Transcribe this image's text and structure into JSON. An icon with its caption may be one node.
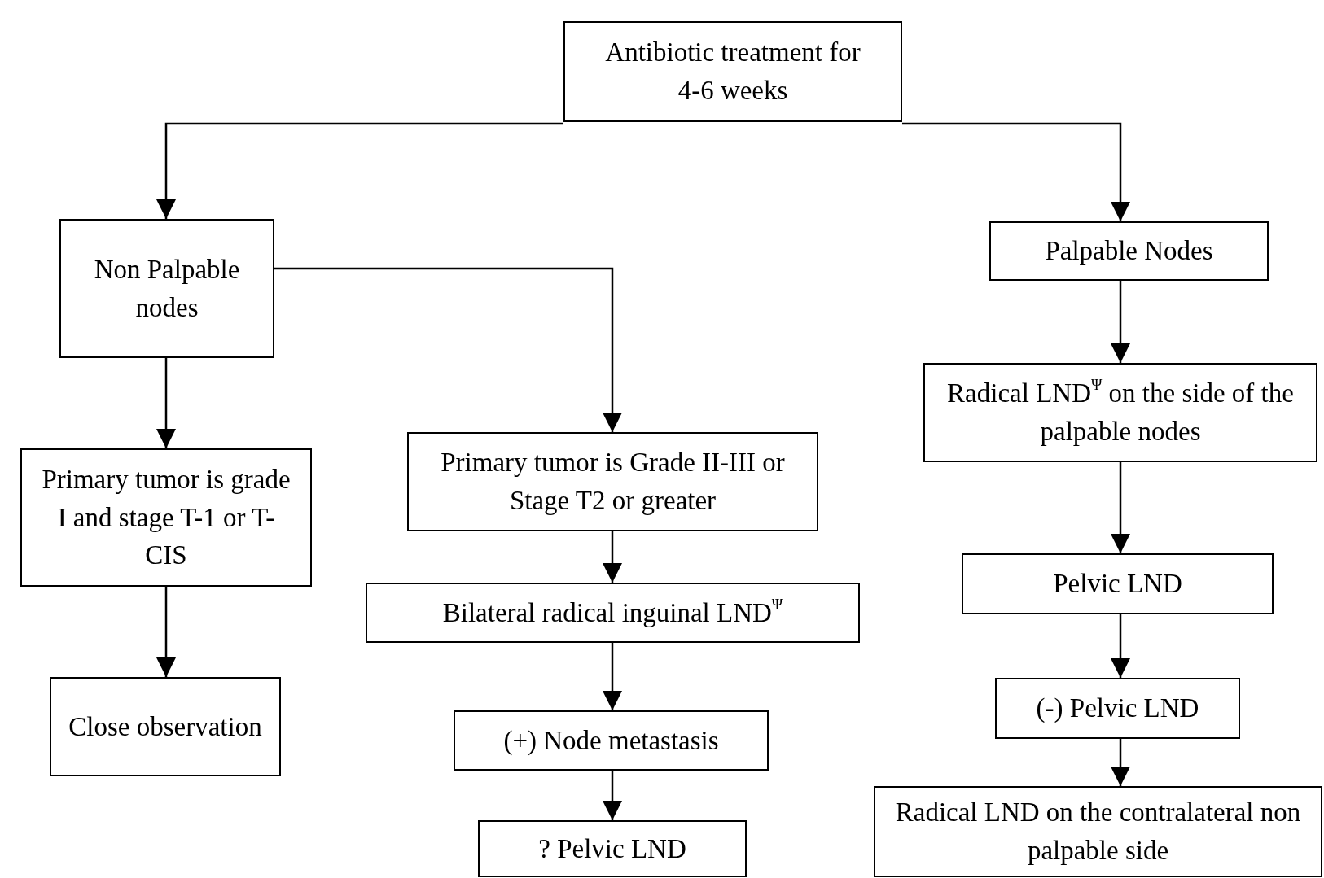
{
  "diagram": {
    "nodes": [
      {
        "text": [
          "Antibiotic treatment for 4-6 weeks"
        ]
      },
      {
        "text": [
          "Non Palpable nodes"
        ]
      },
      {
        "text": [
          "Palpable Nodes"
        ]
      },
      {
        "text": [
          "Primary tumor is grade I and stage T-1 or T-CIS"
        ]
      },
      {
        "text": [
          "Primary tumor is Grade II-III or Stage T2 or greater"
        ]
      },
      {
        "text": [
          "Radical LND$^{Ψ}$ on the side of the palpable nodes"
        ]
      },
      {
        "text": [
          "Close observation"
        ]
      },
      {
        "text": [
          "Bilateral radical inguinal  LND$^{Ψ}$"
        ]
      },
      {
        "text": [
          "Pelvic LND"
        ]
      },
      {
        "text": [
          "(+) Node metastasis"
        ]
      },
      {
        "text": [
          "(-) Pelvic LND"
        ]
      },
      {
        "text": [
          "? Pelvic LND"
        ]
      },
      {
        "text": [
          "Radical LND on the contralateral non palpable side"
        ]
      }
    ],
    "edges": [
      {
        "from": 0,
        "to": 1,
        "arrow": "to"
      },
      {
        "from": 0,
        "to": 2,
        "arrow": "to"
      },
      {
        "from": 1,
        "to": 3,
        "arrow": "to"
      },
      {
        "from": 1,
        "to": 4,
        "arrow": "to"
      },
      {
        "from": 2,
        "to": 5,
        "arrow": "to"
      },
      {
        "from": 3,
        "to": 6,
        "arrow": "to"
      },
      {
        "from": 4,
        "to": 7,
        "arrow": "to"
      },
      {
        "from": 5,
        "to": 8,
        "arrow": "to"
      },
      {
        "from": 7,
        "to": 9,
        "arrow": "to"
      },
      {
        "from": 8,
        "to": 10,
        "arrow": "to"
      },
      {
        "from": 9,
        "to": 11,
        "arrow": "to"
      },
      {
        "from": 10,
        "to": 12,
        "arrow": "to"
      }
    ]
  }
}
